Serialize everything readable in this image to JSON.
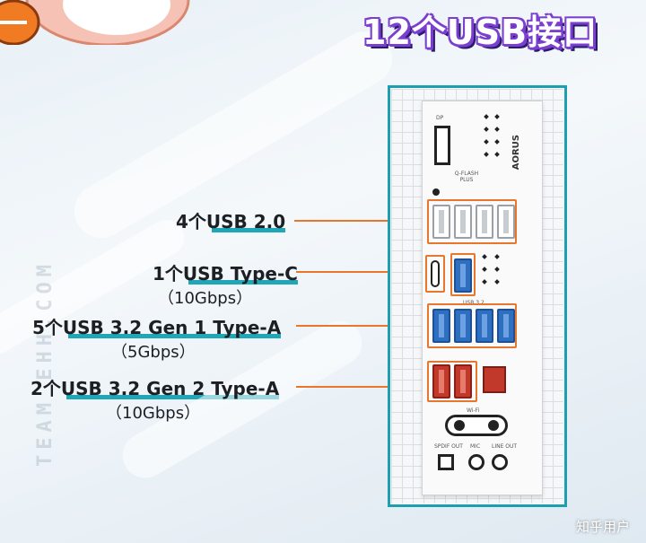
{
  "title": "12个USB接口",
  "watermark": "TEAM EHH.COM",
  "labels": [
    {
      "main": "4个USB 2.0",
      "sub": ""
    },
    {
      "main": "1个USB Type-C",
      "sub": "（10Gbps）"
    },
    {
      "main": "5个USB 3.2 Gen 1 Type-A",
      "sub": "（5Gbps）"
    },
    {
      "main": "2个USB 3.2 Gen 2 Type-A",
      "sub": "（10Gbps）"
    }
  ],
  "panel_text": {
    "dp": "DP",
    "qflash": "Q-FLASH PLUS",
    "brand": "AORUS",
    "usb32": "USB 3.2",
    "spdif": "SPDIF OUT",
    "mic": "MIC",
    "line": "LINE OUT",
    "wifi": "Wi-Fi"
  },
  "credit": "知乎用户",
  "colors": {
    "accent": "#e8762b",
    "frame": "#1c9fb0",
    "title_outline": "#7b3fd0",
    "usb3": "#2f6fc0",
    "usb32g2": "#c0392b"
  }
}
